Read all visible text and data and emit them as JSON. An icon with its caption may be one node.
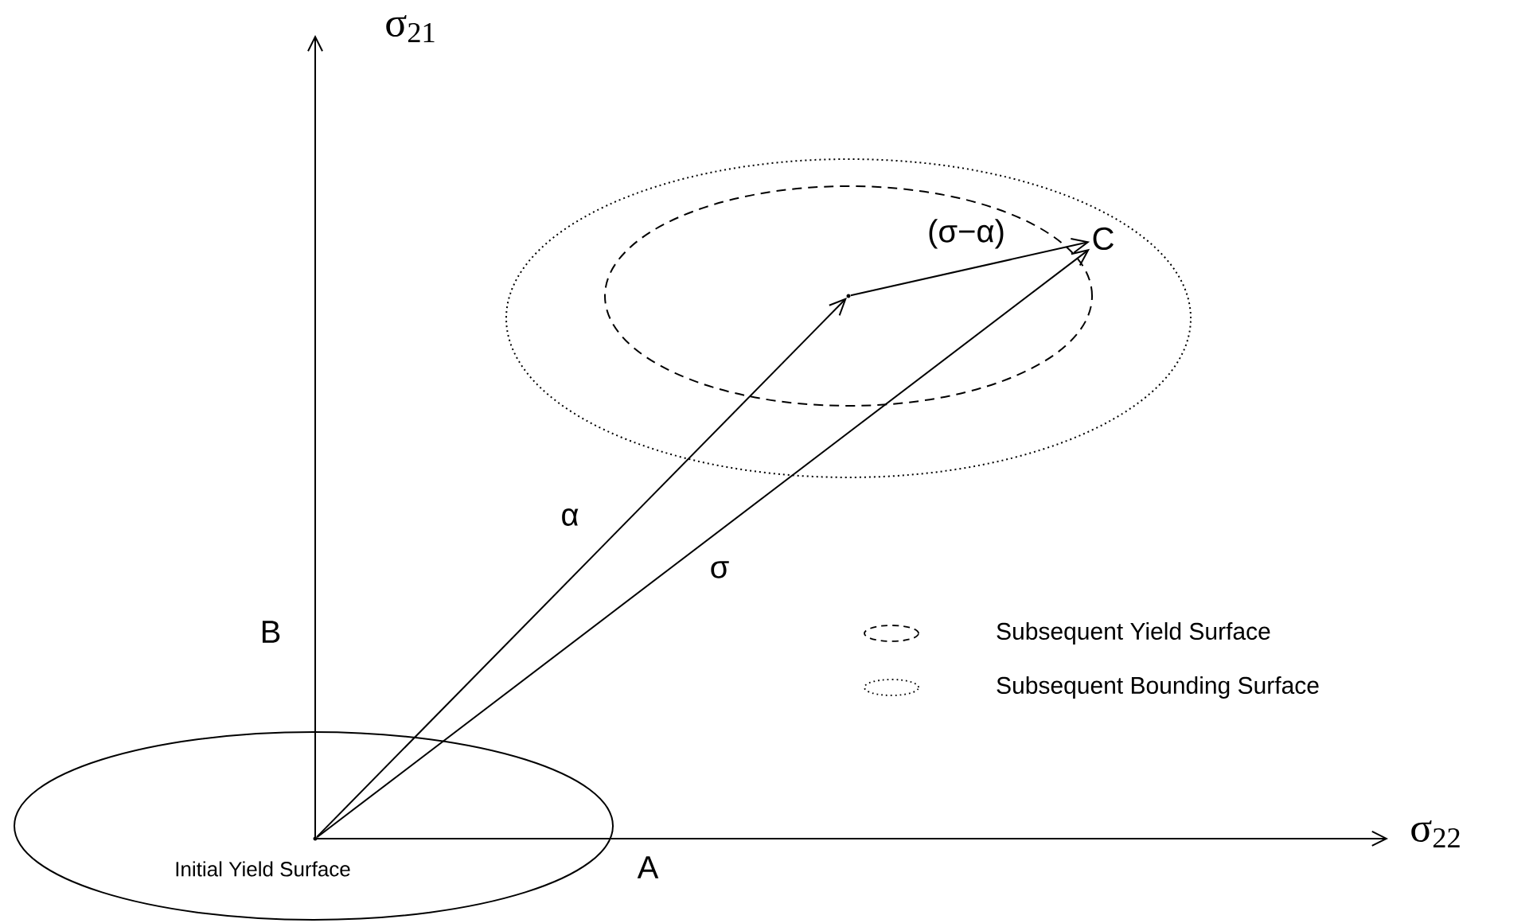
{
  "diagram": {
    "nodes": [
      {
        "text": [
          "Initial Yield Surface"
        ]
      },
      {
        "text": [],
        "shape": "ellipse",
        "in": 2
      },
      {
        "text": [],
        "shape": "ellipse"
      },
      {
        "text": [],
        "shape": "dot",
        "in": 0
      },
      {
        "text": [],
        "shape": "dot",
        "in": 1
      },
      {
        "text": [
          "C"
        ],
        "in": 2
      }
    ],
    "edges": [
      {
        "from": 3,
        "to": 4,
        "arrow": "to",
        "label": "α"
      },
      {
        "from": 3,
        "to": 5,
        "arrow": "to",
        "label": "σ"
      },
      {
        "from": 4,
        "to": 5,
        "arrow": "to",
        "label": "(σ−α)"
      }
    ],
    "labels": [
      "σ$_{21}$",
      "B",
      "σ$_{22}$",
      "A"
    ],
    "legend": [
      {
        "text": "Subsequent Yield Surface"
      },
      {
        "text": "Subsequent Bounding Surface"
      }
    ]
  }
}
